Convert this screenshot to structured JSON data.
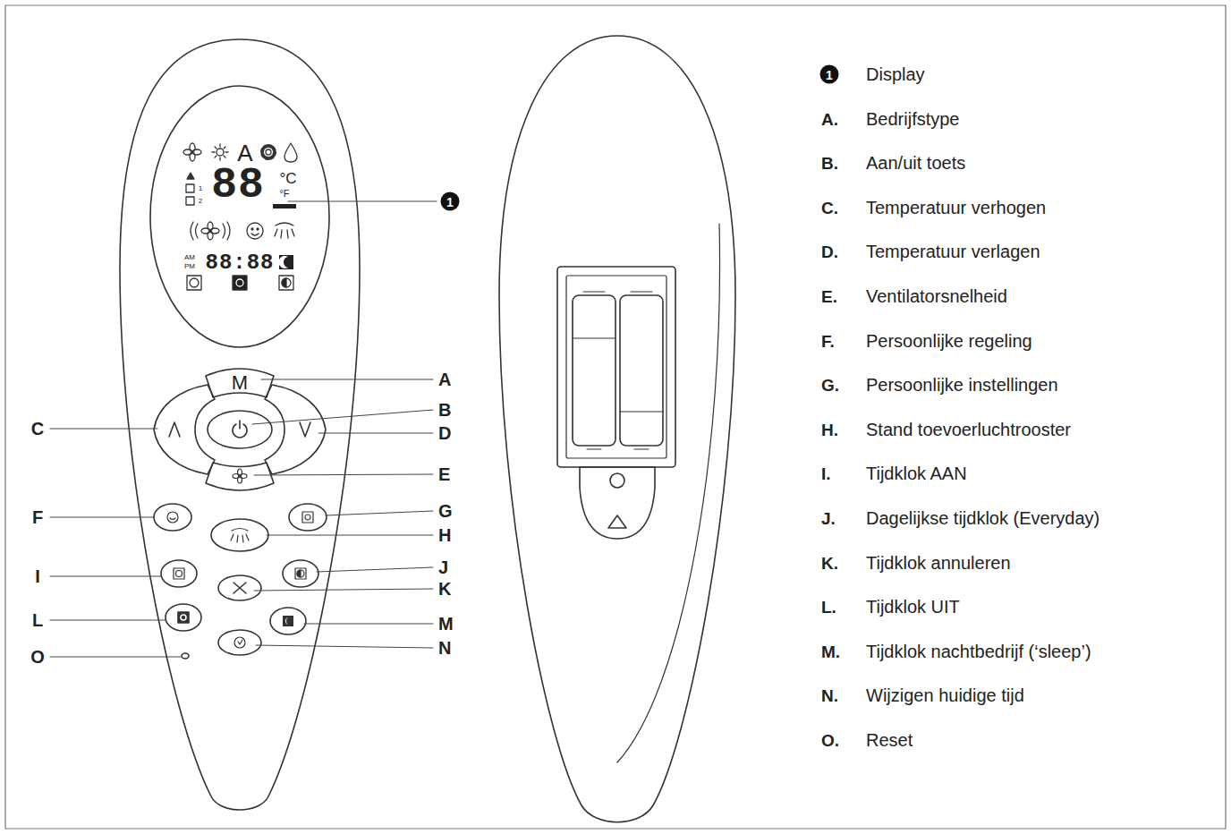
{
  "diagram": {
    "labels": [
      "1",
      "A",
      "1",
      "2",
      "88",
      "°C",
      "°F",
      "AM",
      "PM",
      "88:88",
      "M",
      "A",
      "B",
      "C",
      "D",
      "E",
      "F",
      "G",
      "H",
      "I",
      "J",
      "K",
      "L",
      "M",
      "N",
      "O",
      "1",
      "Display",
      "A.",
      "Bedrijfstype",
      "B.",
      "Aan/uit toets",
      "C.",
      "Temperatuur verhogen",
      "D.",
      "Temperatuur verlagen",
      "E.",
      "Ventilatorsnelheid",
      "F.",
      "Persoonlijke regeling",
      "G.",
      "Persoonlijke instellingen",
      "H.",
      "Stand toevoerluchtrooster",
      "I.",
      "Tijdklok AAN",
      "J.",
      "Dagelijkse tijdklok (Everyday)",
      "K.",
      "Tijdklok annuleren",
      "L.",
      "Tijdklok UIT",
      "M.",
      "Tijdklok nachtbedrijf (‘sleep’)",
      "N.",
      "Wijzigen huidige tijd",
      "O.",
      "Reset"
    ]
  }
}
